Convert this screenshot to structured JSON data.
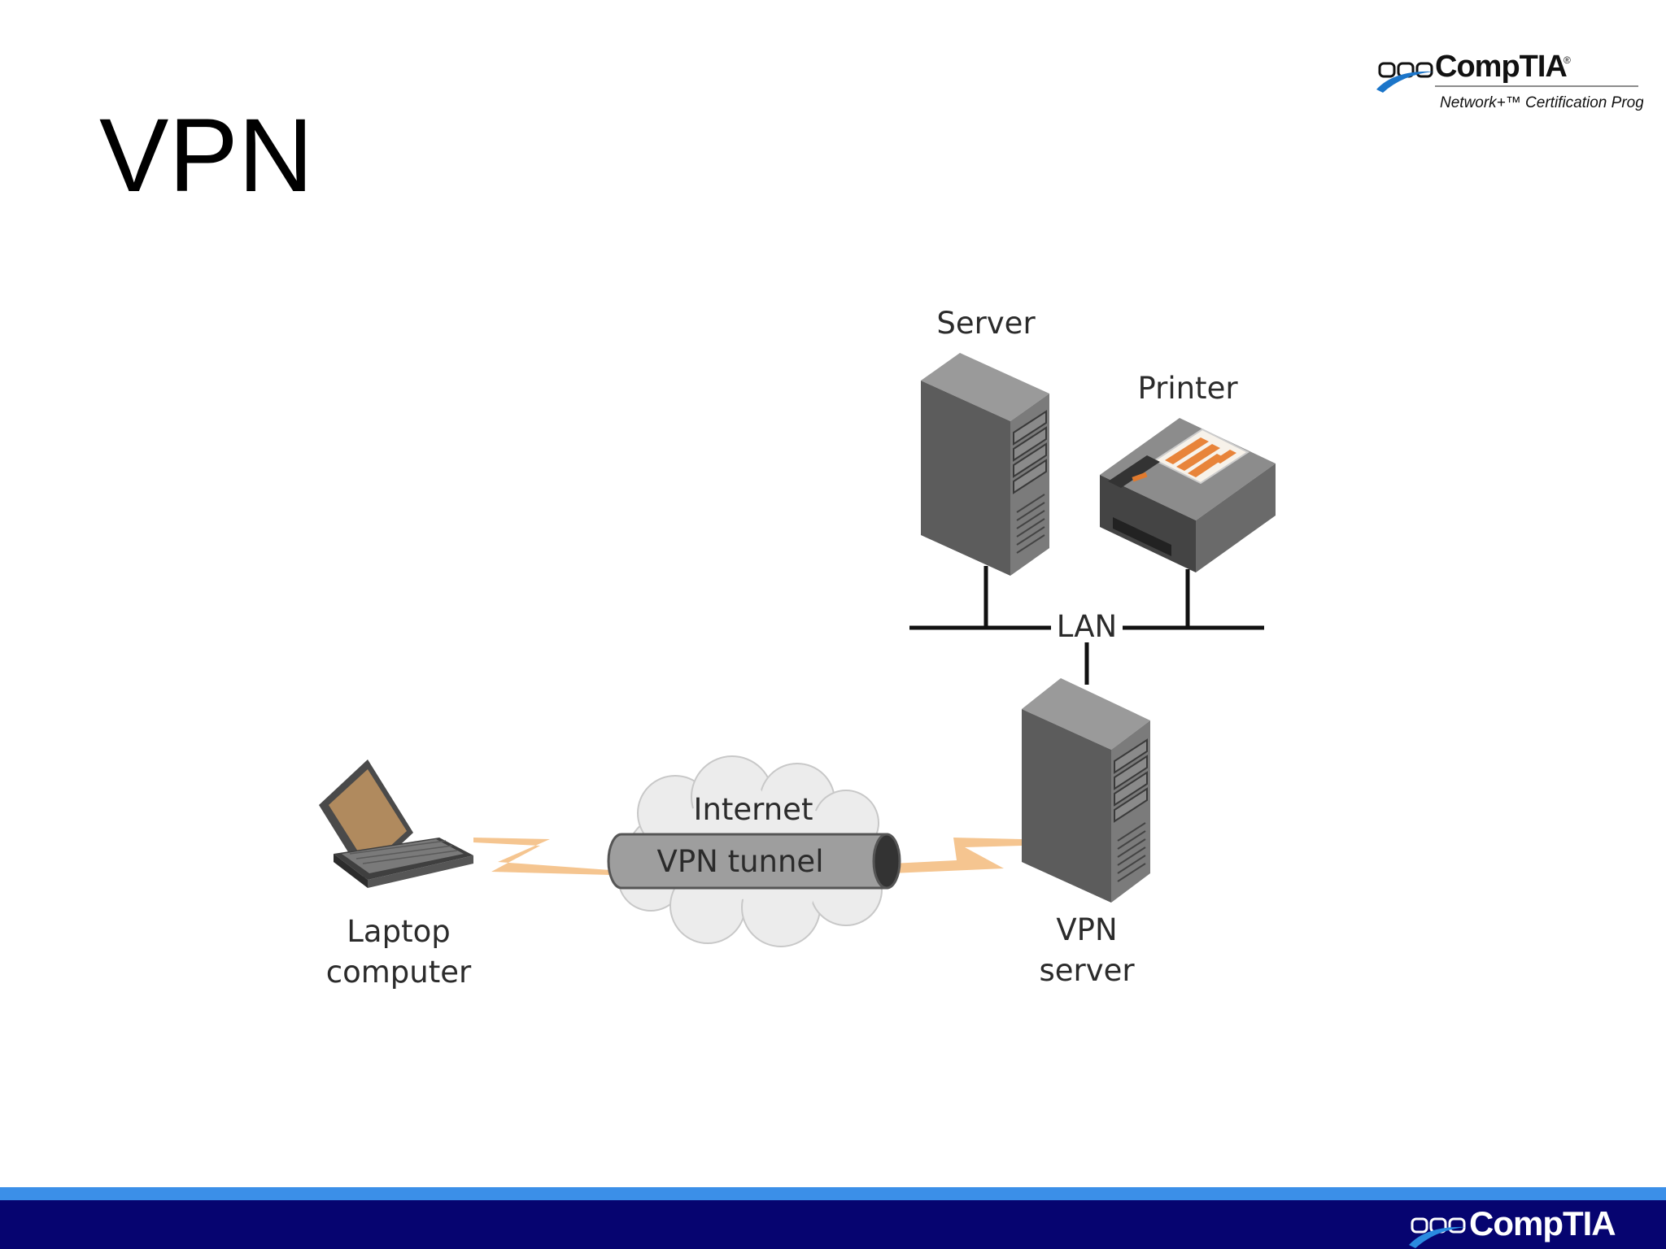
{
  "slide": {
    "title": "VPN"
  },
  "logo": {
    "brand": "CompTIA",
    "registered": "®",
    "subtitle": "Network+™ Certification Program"
  },
  "diagram": {
    "nodes": {
      "server": "Server",
      "printer": "Printer",
      "lan": "LAN",
      "internet": "Internet",
      "tunnel": "VPN tunnel",
      "laptop_line1": "Laptop",
      "laptop_line2": "computer",
      "vpn_server_line1": "VPN",
      "vpn_server_line2": "server"
    }
  },
  "footer": {
    "brand": "CompTIA"
  },
  "colors": {
    "footer_dark": "#060470",
    "footer_light": "#3b8fe8",
    "lightning": "#f5c590",
    "logo_swoosh": "#1b75c9"
  }
}
